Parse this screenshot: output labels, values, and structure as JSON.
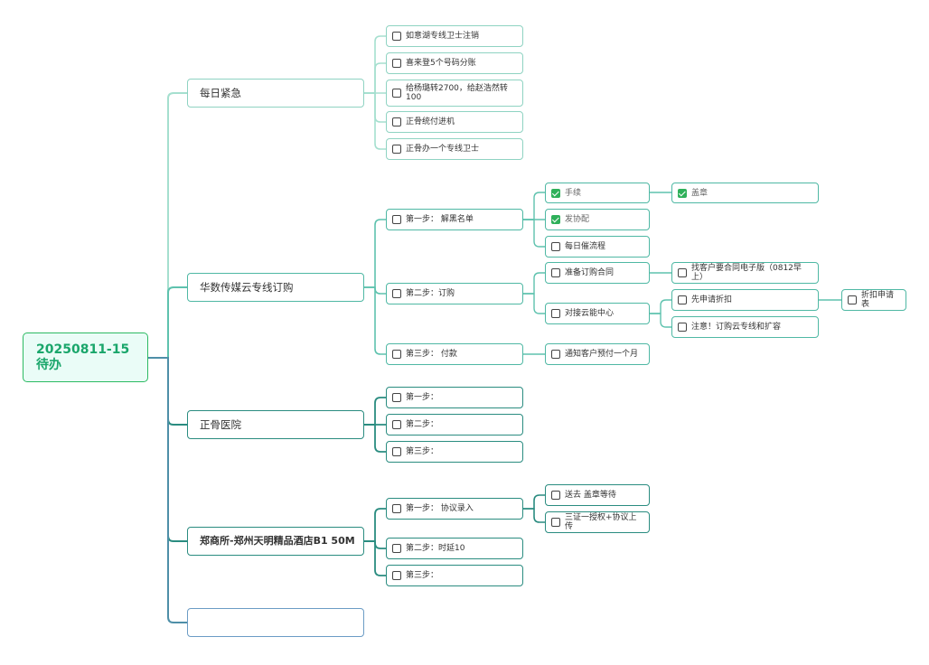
{
  "mindmap": {
    "root": "20250811-15\n待办",
    "branches": [
      {
        "label": "每日紧急",
        "items": [
          {
            "label": "如意湖专线卫士注销",
            "checked": false
          },
          {
            "label": "喜来登5个号码分账",
            "checked": false
          },
          {
            "label": "给杨璐转2700，给赵浩然转100",
            "checked": false
          },
          {
            "label": "正骨统付进机",
            "checked": false
          },
          {
            "label": "正骨办一个专线卫士",
            "checked": false
          }
        ]
      },
      {
        "label": "华数传媒云专线订购",
        "steps": [
          {
            "label": "第一步： 解黑名单",
            "checked": false,
            "subs": [
              {
                "label": "手续",
                "checked": true,
                "subs": [
                  {
                    "label": "盖章",
                    "checked": true
                  }
                ]
              },
              {
                "label": "发协配",
                "checked": true
              },
              {
                "label": "每日催流程",
                "checked": false
              }
            ]
          },
          {
            "label": "第二步：订购",
            "checked": false,
            "subs": [
              {
                "label": "准备订购合同",
                "checked": false,
                "subs": [
                  {
                    "label": "找客户要合同电子版（0812早上）",
                    "checked": false
                  }
                ]
              },
              {
                "label": "对接云能中心",
                "checked": false,
                "subs": [
                  {
                    "label": "先申请折扣",
                    "checked": false,
                    "subs": [
                      {
                        "label": "折扣申请表",
                        "checked": false
                      }
                    ]
                  },
                  {
                    "label": "注意！订购云专线和扩容",
                    "checked": false
                  }
                ]
              }
            ]
          },
          {
            "label": "第三步： 付款",
            "checked": false,
            "subs": [
              {
                "label": "通知客户预付一个月",
                "checked": false
              }
            ]
          }
        ]
      },
      {
        "label": "正骨医院",
        "steps": [
          {
            "label": "第一步：",
            "checked": false
          },
          {
            "label": "第二步：",
            "checked": false
          },
          {
            "label": "第三步：",
            "checked": false
          }
        ]
      },
      {
        "label": "郑商所-郑州天明精品酒店B1 50M",
        "steps": [
          {
            "label": "第一步： 协议录入",
            "checked": false,
            "subs": [
              {
                "label": "送去 盖章等待",
                "checked": false
              },
              {
                "label": "三证一授权+协议上传",
                "checked": false
              }
            ]
          },
          {
            "label": "第二步：时延10",
            "checked": false
          },
          {
            "label": "第三步：",
            "checked": false
          }
        ]
      },
      {
        "label": ""
      }
    ]
  },
  "colors": {
    "root_border": "#2cba62",
    "root_text": "#1aa66b",
    "root_fill": "#eafcf7",
    "link_light": "#a5dfcf",
    "link_mid": "#5ec2ae",
    "link_deep": "#2a8c80",
    "link_blue": "#4e8fa8",
    "check_green": "#2fb05a"
  }
}
